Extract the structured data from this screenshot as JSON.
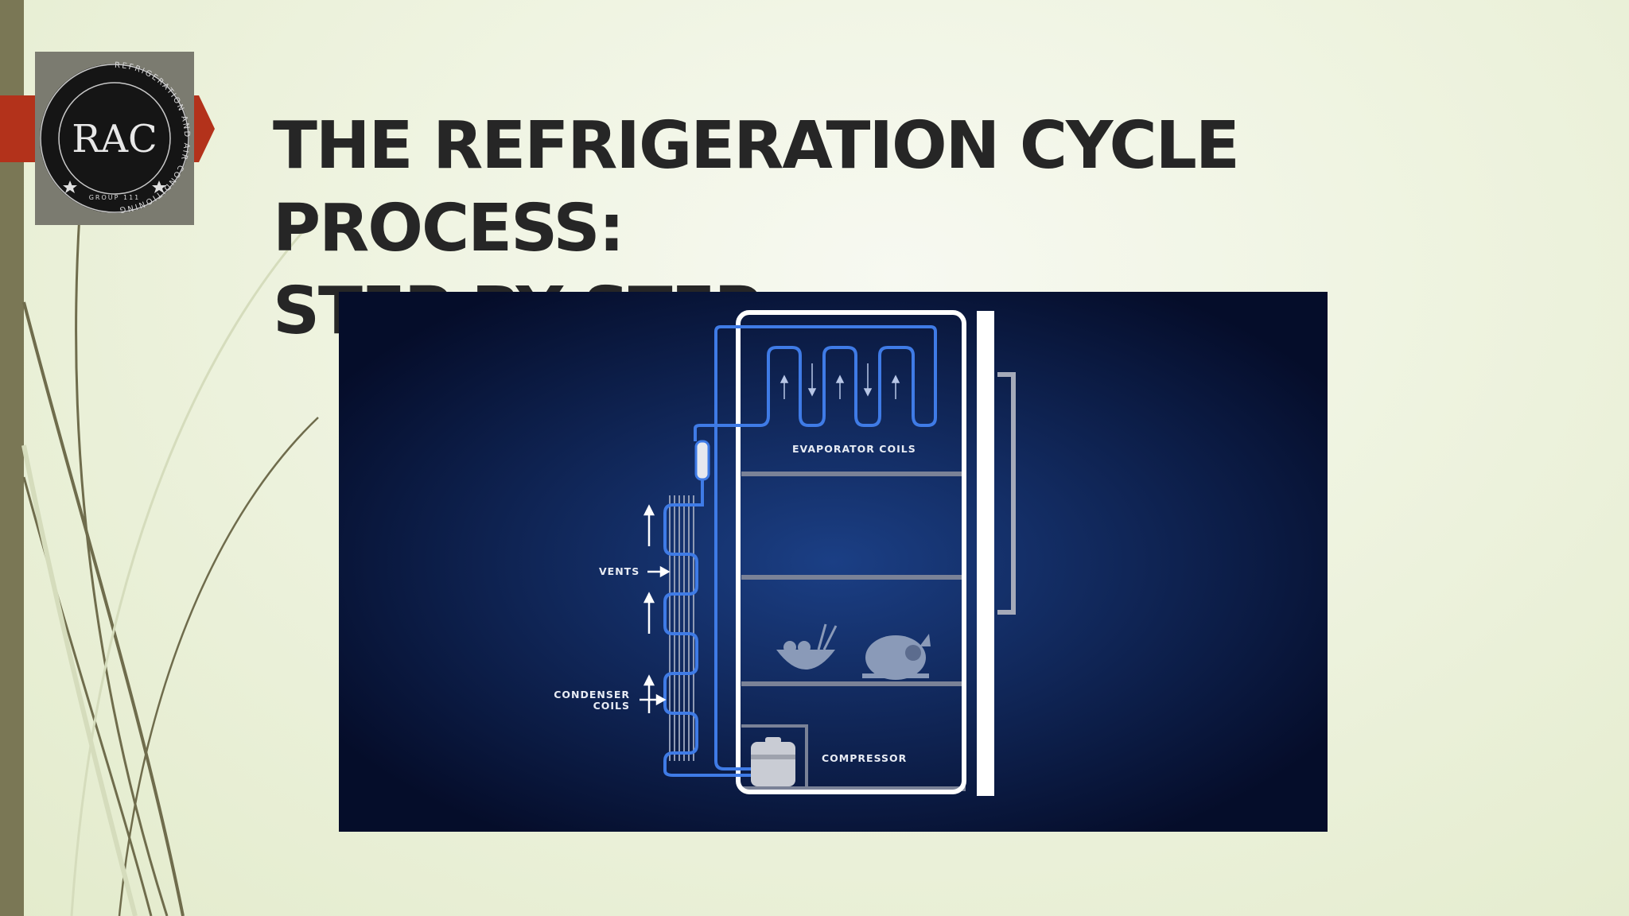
{
  "slide": {
    "title_line1": "THE REFRIGERATION CYCLE PROCESS:",
    "title_line2": "STEP BY STEP"
  },
  "logo": {
    "initials": "RAC",
    "ring_text": "REFRIGERATION AND AIR CONDITIONING",
    "ring_bottom": "GROUP 111"
  },
  "diagram": {
    "labels": {
      "evaporator": "EVAPORATOR COILS",
      "vents": "VENTS",
      "condenser_line1": "CONDENSER",
      "condenser_line2": "COILS",
      "compressor": "COMPRESSOR"
    },
    "colors": {
      "background_center": "#1b3f85",
      "background_edge": "#050d2a",
      "coil": "#3f7be6",
      "fridge_outline": "#ffffff",
      "shelf": "#7a8297"
    }
  }
}
